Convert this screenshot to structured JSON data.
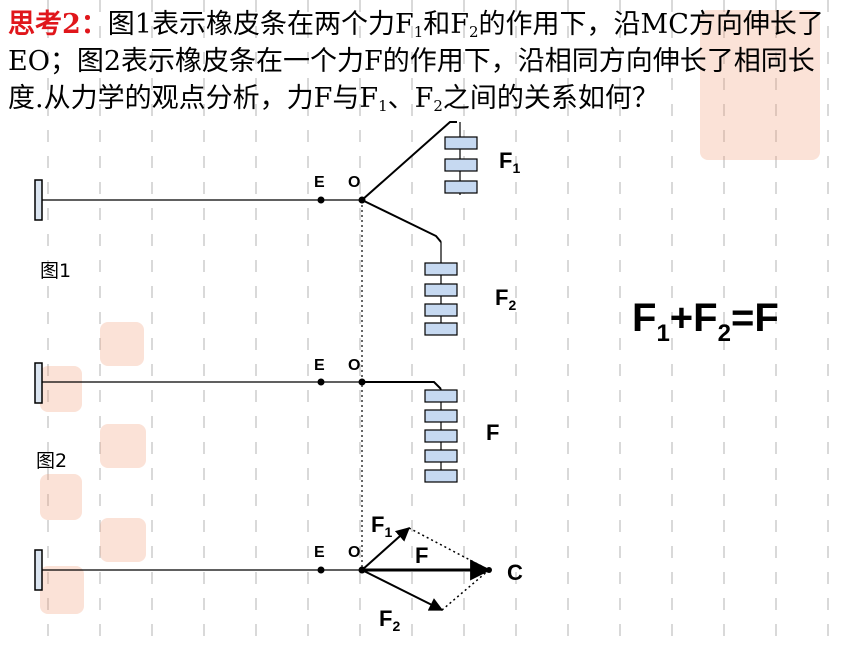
{
  "question": {
    "lead": "思考2：",
    "p1": "图1表示橡皮条在两个力F",
    "p2": "和F",
    "p3": "的作用下，沿MC方向伸长了EO；图2表示橡皮条在一个力F的作用下，沿相同方向伸长了相同长度.从力学的观点分析，力F与F",
    "p4": "、F",
    "p5": "之间的关系如何？",
    "sub1": "1",
    "sub2": "2"
  },
  "figures": {
    "fig1_label": "图1",
    "fig2_label": "图2"
  },
  "points": {
    "E": "E",
    "O": "O",
    "C": "C"
  },
  "forces": {
    "F": "F",
    "sub1": "1",
    "sub2": "2"
  },
  "equation": {
    "F": "F",
    "sub1": "1",
    "plus": "+",
    "sub2": "2",
    "equals": "="
  },
  "colors": {
    "question_lead": "#e0161b",
    "weight_fill": "#c6d9f1",
    "wall_fill": "#dbe5f1"
  }
}
